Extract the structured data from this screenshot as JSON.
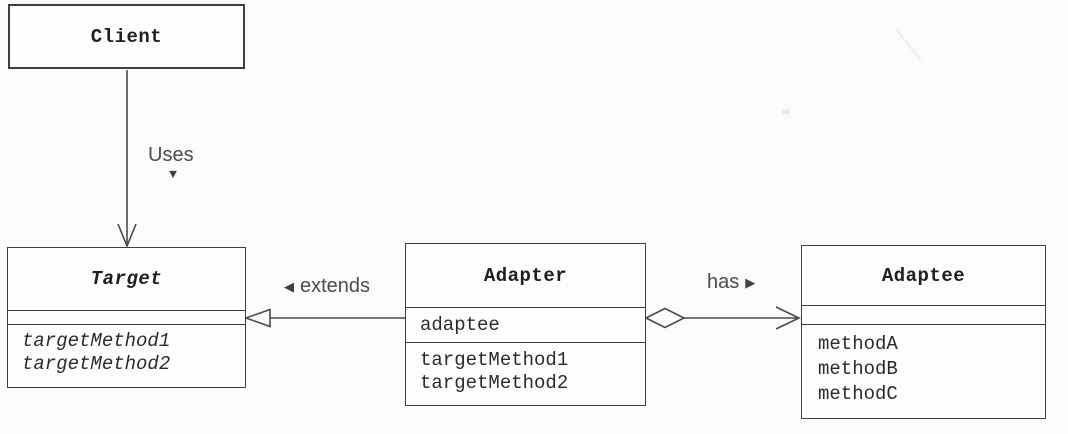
{
  "classes": {
    "client": {
      "name": "Client"
    },
    "target": {
      "name": "Target",
      "methods": [
        "targetMethod1",
        "targetMethod2"
      ]
    },
    "adapter": {
      "name": "Adapter",
      "attributes": [
        "adaptee"
      ],
      "methods": [
        "targetMethod1",
        "targetMethod2"
      ]
    },
    "adaptee": {
      "name": "Adaptee",
      "methods": [
        "methodA",
        "methodB",
        "methodC"
      ]
    }
  },
  "relations": {
    "uses": {
      "label": "Uses",
      "direction_glyph": "▼"
    },
    "extends": {
      "label": "extends",
      "direction_glyph": "◀"
    },
    "has": {
      "label": "has",
      "direction_glyph": "▶"
    }
  },
  "colors": {
    "page_bg": "#fbfbfb",
    "box_fill": "#fdfdfd",
    "box_border": "#3e3e3e",
    "line": "#4a4a4a",
    "title_text": "#1f1f1f",
    "member_text": "#2b2b2b",
    "label_text": "#4c4c4c"
  }
}
